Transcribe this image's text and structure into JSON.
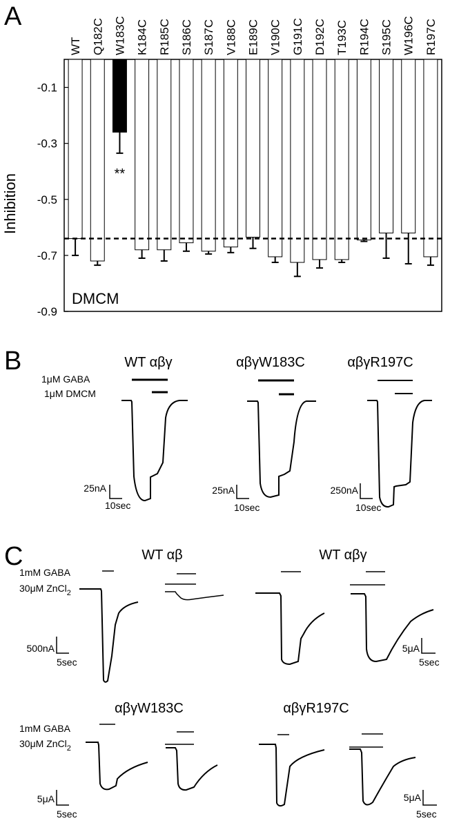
{
  "chart_data": {
    "type": "bar",
    "categories": [
      "WT",
      "Q182C",
      "W183C",
      "K184C",
      "R185C",
      "S186C",
      "S187C",
      "V188C",
      "E189C",
      "V190C",
      "G191C",
      "D192C",
      "T193C",
      "R194C",
      "S195C",
      "W196C",
      "R197C"
    ],
    "values": [
      -0.64,
      -0.72,
      -0.26,
      -0.68,
      -0.68,
      -0.655,
      -0.685,
      -0.67,
      -0.635,
      -0.705,
      -0.725,
      -0.715,
      -0.715,
      -0.645,
      -0.62,
      -0.62,
      -0.705
    ],
    "errors": [
      0.06,
      0.015,
      0.075,
      0.03,
      0.04,
      0.03,
      0.01,
      0.02,
      0.04,
      0.02,
      0.05,
      0.03,
      0.01,
      0.005,
      0.09,
      0.11,
      0.03
    ],
    "highlight_index": 2,
    "ylabel": "Inhibition",
    "ylim": [
      -0.9,
      0.0
    ],
    "yticks": [
      -0.1,
      -0.3,
      -0.5,
      -0.7,
      -0.9
    ],
    "ytick_labels": [
      "-0.1",
      "-0.3",
      "-0.5",
      "-0.7",
      "-0.9"
    ],
    "reference_line": -0.64,
    "annotation": "**",
    "inset_label": "DMCM",
    "grid": false
  },
  "panels": {
    "a": "A",
    "b": "B",
    "c": "C"
  },
  "panel_b": {
    "titles": [
      "WT αβγ",
      "αβγW183C",
      "αβγR197C"
    ],
    "line1": "1μM GABA",
    "line2": "1μM DMCM",
    "scale_y": [
      "25nA",
      "25nA",
      "250nA"
    ],
    "scale_x": "10sec"
  },
  "panel_c": {
    "titles": [
      "WT αβ",
      "WT αβγ",
      "αβγW183C",
      "αβγR197C"
    ],
    "line1": "1mM GABA",
    "line2_prefix": "30μM ZnCl",
    "line2_sub": "2",
    "scale_y": [
      "500nA",
      "5μA",
      "5μA",
      "5μA"
    ],
    "scale_x": "5sec"
  }
}
